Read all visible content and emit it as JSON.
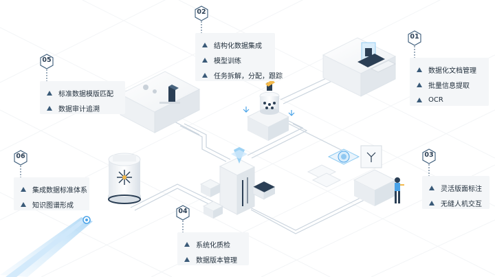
{
  "callouts": [
    {
      "num": "01",
      "items": [
        "数据化文档管理",
        "批量信息提取",
        "OCR"
      ]
    },
    {
      "num": "02",
      "items": [
        "结构化数据集成",
        "模型训练",
        "任务拆解，分配，跟踪"
      ]
    },
    {
      "num": "03",
      "items": [
        "灵活版面标注",
        "无缝人机交互"
      ]
    },
    {
      "num": "04",
      "items": [
        "系统化质检",
        "数据版本管理"
      ]
    },
    {
      "num": "05",
      "items": [
        "标准数据模版匹配",
        "数据审计追溯"
      ]
    },
    {
      "num": "06",
      "items": [
        "集成数据标准体系",
        "知识图谱形成"
      ]
    }
  ],
  "colors": {
    "accent": "#4aa3e8",
    "bullet": "#3a5a78",
    "panel": "#f4f6f8",
    "line": "#c9d3dd"
  }
}
